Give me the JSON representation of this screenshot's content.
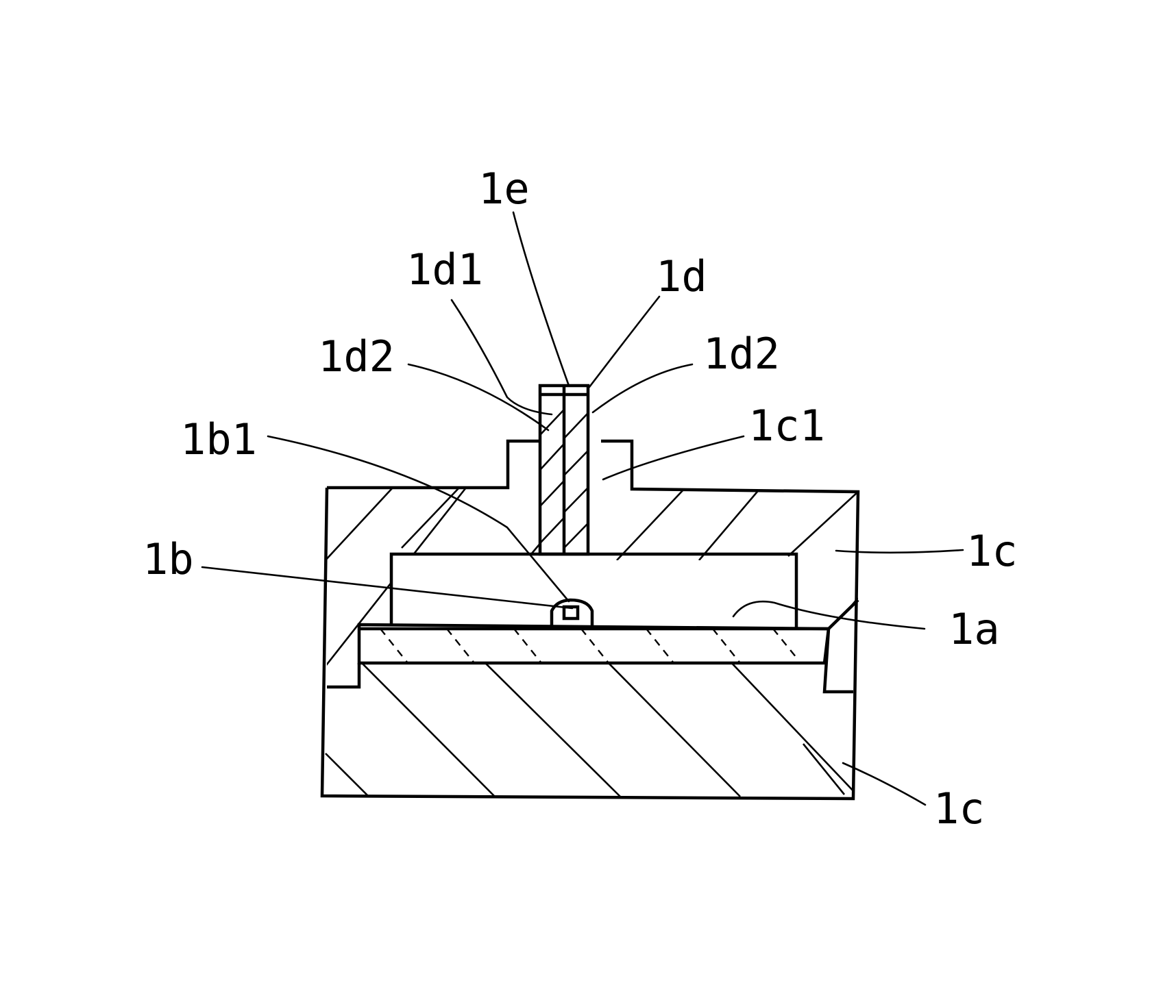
{
  "labels": {
    "le": "1e",
    "ld1": "1d1",
    "ld": "1d",
    "ld2_left": "1d2",
    "ld2_right": "1d2",
    "lc1": "1c1",
    "lb1": "1b1",
    "lc_upper": "1c",
    "lb": "1b",
    "la": "1a",
    "lc_lower": "1c"
  }
}
